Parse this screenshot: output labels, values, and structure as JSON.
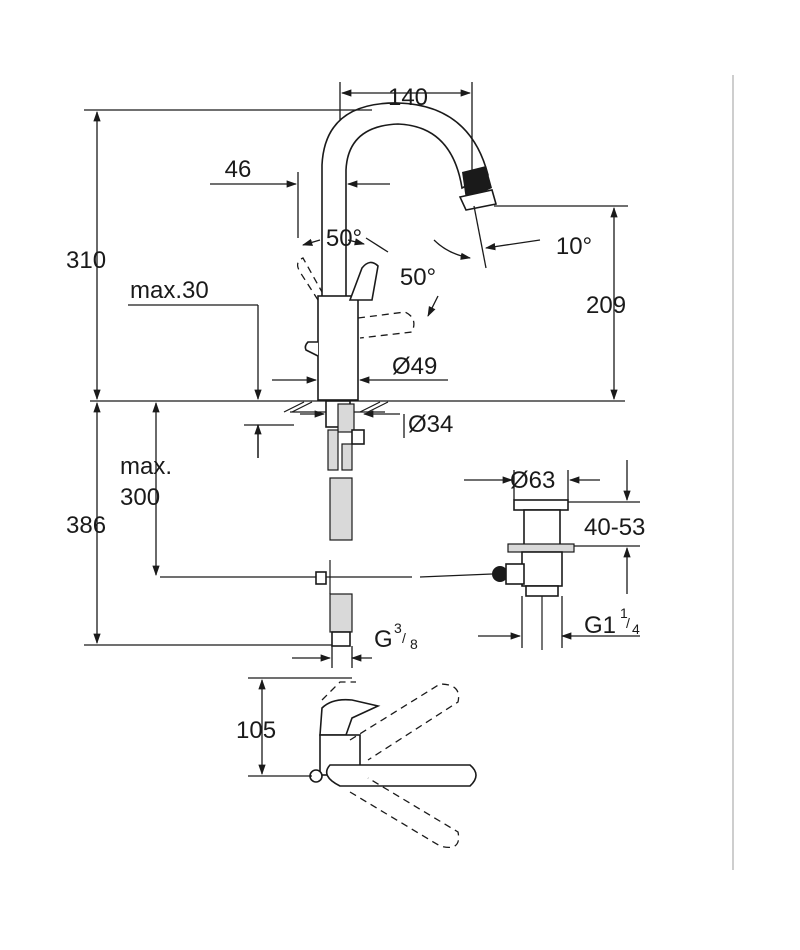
{
  "dimensions": {
    "spout_reach": "140",
    "lever_offset": "46",
    "lever_angle_left": "50°",
    "lever_angle_right": "50°",
    "spout_angle": "10°",
    "overall_height": "310",
    "spout_height": "209",
    "max_deck_label": "max.30",
    "body_diameter": "Ø49",
    "hole_diameter": "Ø34",
    "under_height": "386",
    "max_under": "max.",
    "max_under_value": "300",
    "waste_diameter": "Ø63",
    "waste_range": "40-53",
    "waste_thread": "G1",
    "waste_thread_num": "1",
    "waste_thread_den": "4",
    "inlet_thread": "G",
    "inlet_thread_num": "3",
    "inlet_thread_den": "8",
    "top_view_depth": "105"
  }
}
